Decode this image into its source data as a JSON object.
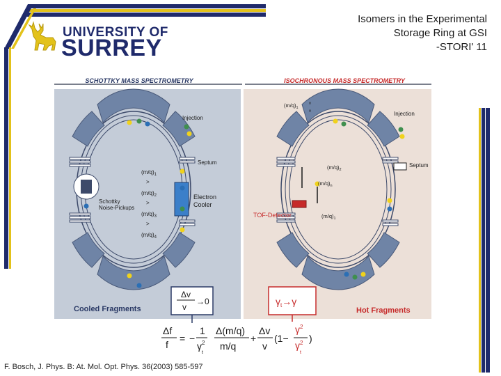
{
  "slide": {
    "title_lines": [
      "Isomers in the Experimental",
      "Storage Ring at GSI",
      "-STORI' 11"
    ],
    "citation": "F. Bosch, J. Phys. B: At. Mol. Opt. Phys. 36(2003) 585-597"
  },
  "logo": {
    "line1": "UNIVERSITY OF",
    "line2": "SURREY"
  },
  "left_panel": {
    "header": "SCHOTTKY MASS SPECTROMETRY",
    "injection": "Injection",
    "septum": "Septum",
    "mq_labels": [
      "(m/q)",
      "(m/q)",
      "(m/q)",
      "(m/q)"
    ],
    "mq_subs": [
      "1",
      "2",
      "3",
      "4"
    ],
    "gt": ">",
    "schottky_lines": [
      "Schottky",
      "Noise-Pickups"
    ],
    "cooler_lines": [
      "Electron",
      "Cooler"
    ],
    "caption": "Cooled Fragments",
    "box_top": "Δv",
    "box_bottom": "v",
    "box_arrow": "→0"
  },
  "right_panel": {
    "header": "ISOCHRONOUS MASS SPECTROMETRY",
    "mq1": "(m/q)",
    "mq1_sub": "1",
    "mq2": "(m/q)",
    "mq2_sub": "2",
    "mqn": "(m/q)",
    "mqn_sub": "n",
    "mqr": "(m/q)",
    "mqr_sub": "1",
    "v_labels": [
      "v",
      "v"
    ],
    "injection": "Injection",
    "septum": "Septum",
    "tof": "TOF-Detector",
    "caption": "Hot Fragments",
    "box_g": "γ",
    "box_t": "t",
    "box_arrow": "→γ"
  },
  "equation": {
    "lhs_num": "Δf",
    "lhs_den": "f",
    "eq": "=",
    "minus": "−",
    "frac1_num": "1",
    "frac1_den": "γ",
    "frac1_den_sup": "2",
    "frac1_den_sub": "t",
    "frac2_num": "Δ(m/q)",
    "frac2_den": "m/q",
    "plus": "+",
    "frac3_num": "Δv",
    "frac3_den": "v",
    "paren_open": "(1−",
    "frac4_num": "γ",
    "frac4_num_sup": "2",
    "frac4_den": "γ",
    "frac4_den_sup": "2",
    "frac4_den_sub": "t",
    "paren_close": ")"
  },
  "colors": {
    "navy": "#1f2a6b",
    "gold": "#e3c21a",
    "left_bg": "#c4ccd8",
    "right_bg": "#ece0d8",
    "magnet": "#6f84a6",
    "red": "#c62a2a",
    "blue_ion": "#2b6fb5",
    "green_ion": "#3f8f4e",
    "yellow_ion": "#f0d21c"
  }
}
